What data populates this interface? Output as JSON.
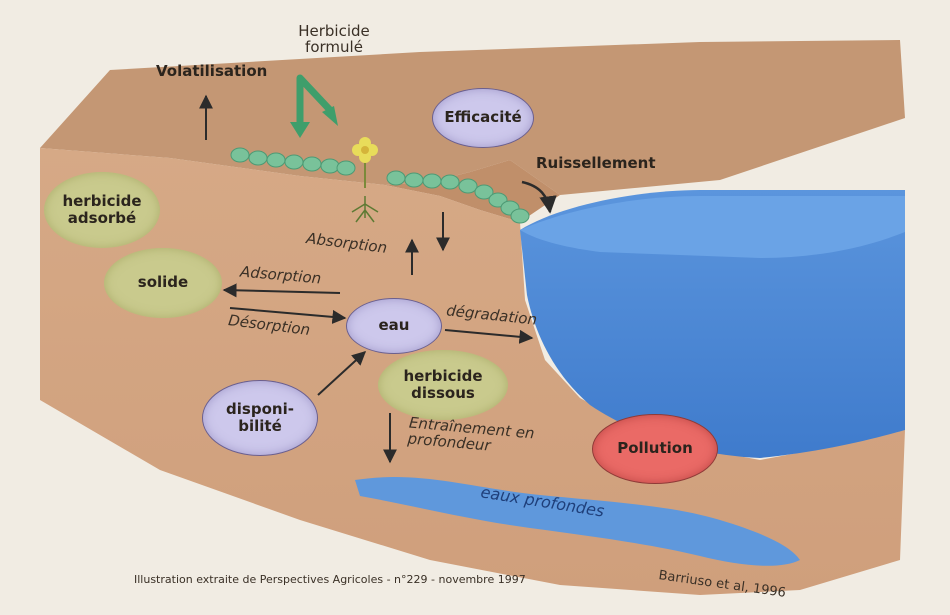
{
  "labels": {
    "herbicide_formule": "Herbicide formulé",
    "volatilisation": "Volatilisation",
    "efficacite": "Efficacité",
    "ruissellement": "Ruissellement",
    "herbicide_adsorbe_1": "herbicide",
    "herbicide_adsorbe_2": "adsorbé",
    "solide": "solide",
    "absorption": "Absorption",
    "adsorption": "Adsorption",
    "desorption": "Désorption",
    "eau": "eau",
    "degradation": "dégradation",
    "herbicide_dissous_1": "herbicide",
    "herbicide_dissous_2": "dissous",
    "disponibilite_1": "disponi-",
    "disponibilite_2": "bilité",
    "entrainement": "Entraînement en profondeur",
    "pollution": "Pollution",
    "eaux_profondes": "eaux profondes",
    "credit": "Illustration extraite de Perspectives Agricoles - n°229 - novembre 1997",
    "author": "Barriuso et al, 1996"
  },
  "colors": {
    "soil_top": "#c89a76",
    "soil_front": "#d2a37f",
    "water": "#4f88d4",
    "green_oval": "#c9ca8d",
    "lavender_oval": "#cdc8ec",
    "red_oval": "#ea6a66",
    "arrow": "#2b2b2b",
    "herbicide_arrow": "#3f9e6b",
    "droplets": "#79c29a",
    "plant": "#e8dc5a"
  },
  "icons": [
    "herbicide-droplet-icon",
    "flower-icon",
    "roots-icon",
    "spray-arrow-icon"
  ]
}
